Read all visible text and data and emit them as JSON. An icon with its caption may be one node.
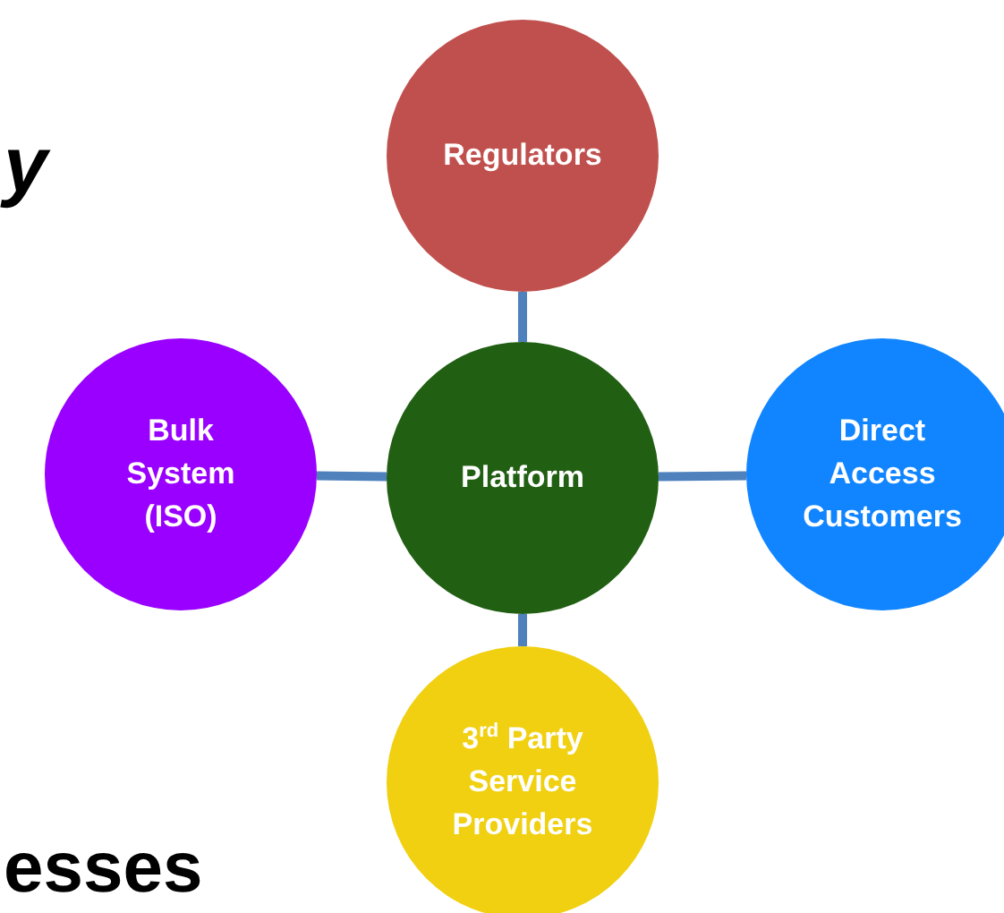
{
  "diagram": {
    "nodes": [
      {
        "text": [
          "Regulators"
        ]
      },
      {
        "text": [
          "Bulk System (ISO)"
        ]
      },
      {
        "text": [
          "Platform"
        ]
      },
      {
        "text": [
          "Direct Access Customers"
        ]
      },
      {
        "text": [
          "3$^{rd}$ Party Service Providers"
        ]
      }
    ],
    "edges": [
      {
        "from": 2,
        "to": 0,
        "arrow": "none"
      },
      {
        "from": 2,
        "to": 1,
        "arrow": "none"
      },
      {
        "from": 2,
        "to": 3,
        "arrow": "none"
      },
      {
        "from": 2,
        "to": 4,
        "arrow": "none"
      }
    ],
    "labels": [
      "y",
      "esses"
    ]
  }
}
